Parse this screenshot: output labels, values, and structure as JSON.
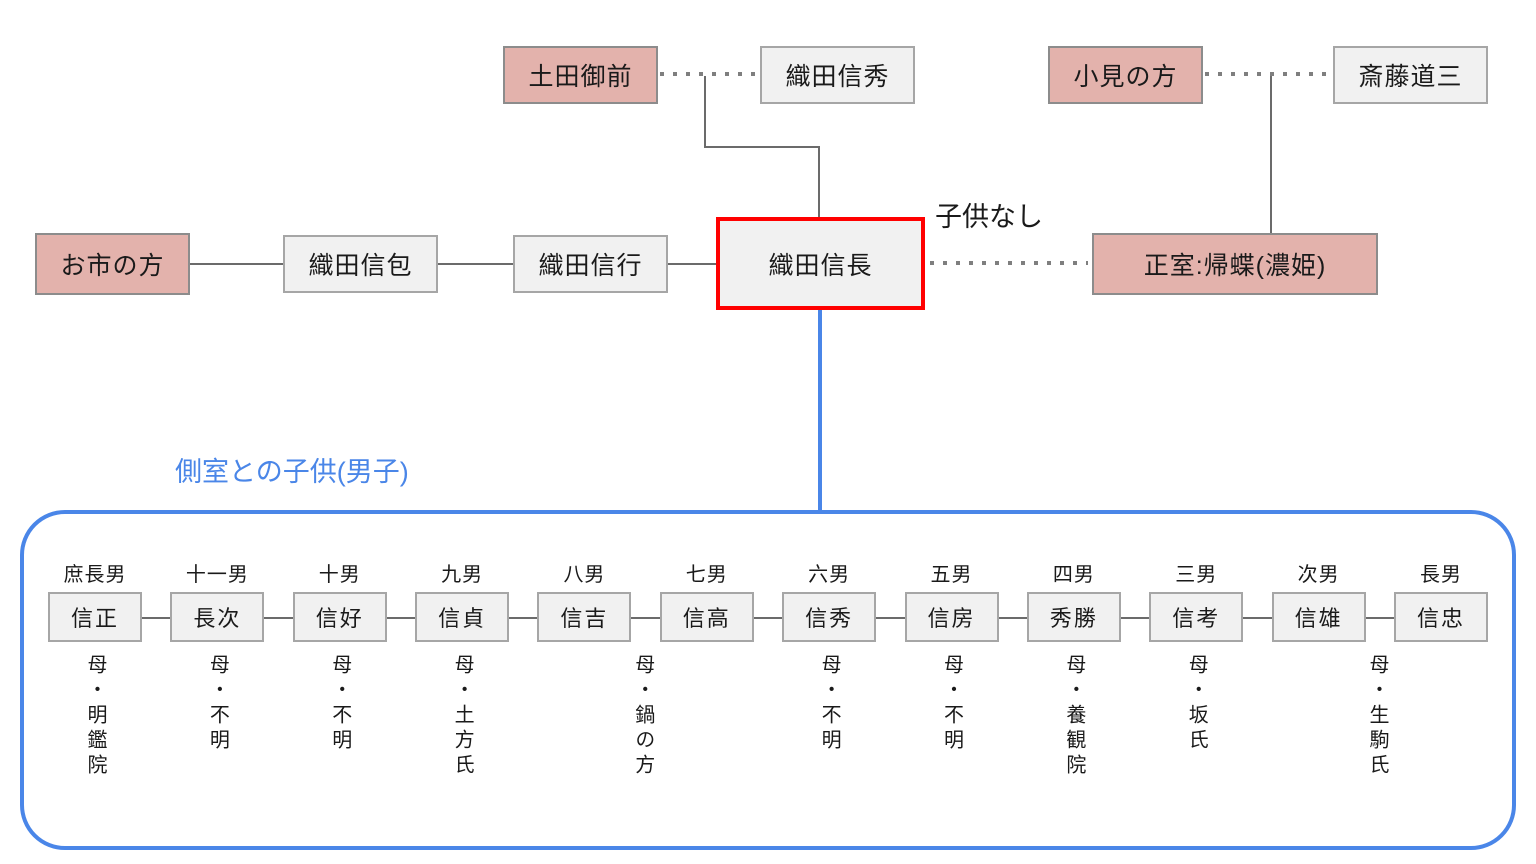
{
  "couples": {
    "paternal": {
      "wife": "土田御前",
      "husband": "織田信秀"
    },
    "maternal": {
      "wife": "小見の方",
      "husband": "斎藤道三"
    }
  },
  "main_row": {
    "sister": "お市の方",
    "brother1": "織田信包",
    "brother2": "織田信行",
    "main_person": "織田信長",
    "wife": "正室:帰蝶(濃姫)",
    "no_children_label": "子供なし"
  },
  "children_section": {
    "title": "側室との子供(男子)",
    "children": [
      {
        "order": "庶長男",
        "name": "信正",
        "mother": "母・明鑑院",
        "mother_shared_with_prev": false
      },
      {
        "order": "十一男",
        "name": "長次",
        "mother": "母・不明",
        "mother_shared_with_prev": false
      },
      {
        "order": "十男",
        "name": "信好",
        "mother": "母・不明",
        "mother_shared_with_prev": false
      },
      {
        "order": "九男",
        "name": "信貞",
        "mother": "母・土方氏",
        "mother_shared_with_prev": false
      },
      {
        "order": "八男",
        "name": "信吉",
        "mother": "",
        "mother_shared_with_prev": false
      },
      {
        "order": "七男",
        "name": "信高",
        "mother": "母・鍋の方",
        "mother_shared_with_prev": true
      },
      {
        "order": "六男",
        "name": "信秀",
        "mother": "母・不明",
        "mother_shared_with_prev": false
      },
      {
        "order": "五男",
        "name": "信房",
        "mother": "母・不明",
        "mother_shared_with_prev": false
      },
      {
        "order": "四男",
        "name": "秀勝",
        "mother": "母・養観院",
        "mother_shared_with_prev": false
      },
      {
        "order": "三男",
        "name": "信考",
        "mother": "母・坂氏",
        "mother_shared_with_prev": false
      },
      {
        "order": "次男",
        "name": "信雄",
        "mother": "",
        "mother_shared_with_prev": false
      },
      {
        "order": "長男",
        "name": "信忠",
        "mother": "母・生駒氏",
        "mother_shared_with_prev": true
      }
    ]
  },
  "colors": {
    "female_box": "#e3b2ac",
    "male_box": "#f1f1f1",
    "highlight_border": "#ff0000",
    "accent_blue": "#4a86e8"
  }
}
